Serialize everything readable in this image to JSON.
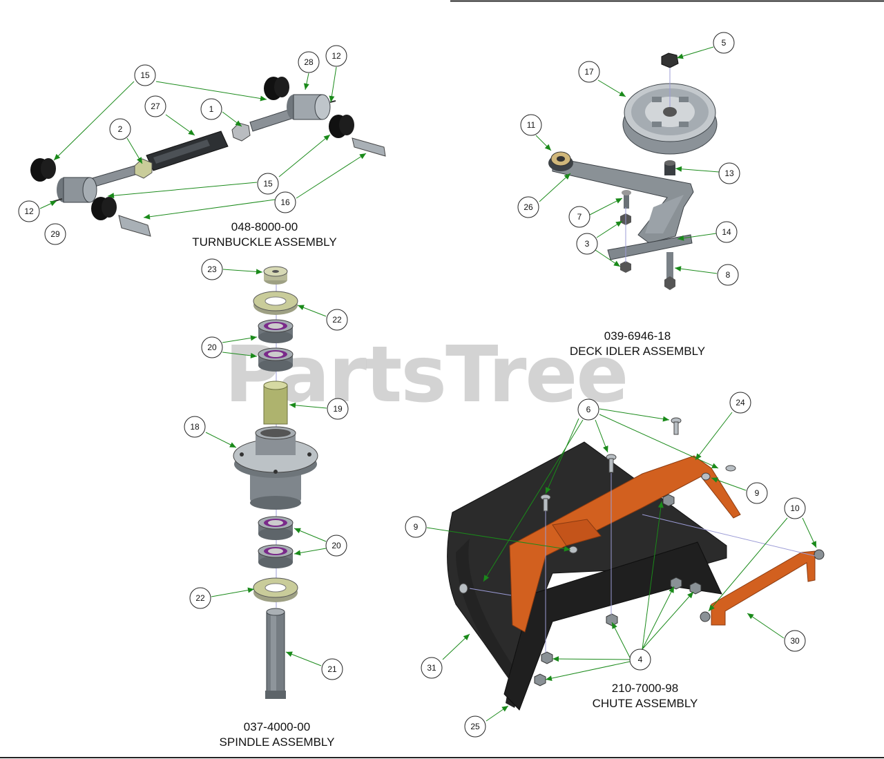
{
  "watermark": "PartsTree",
  "colors": {
    "leader": "#1a8a1a",
    "callout_stroke": "#222222",
    "steel": "#7f868c",
    "steel_dark": "#4a4f54",
    "rubber": "#111111",
    "orange": "#d2601f",
    "chute_black": "#2b2b2b",
    "bearing_purple": "#7a2a8a",
    "bronze": "#c9cc9a"
  },
  "assemblies": [
    {
      "id": "turnbuckle",
      "part_number": "048-8000-00",
      "name": "TURNBUCKLE ASSEMBLY"
    },
    {
      "id": "deck-idler",
      "part_number": "039-6946-18",
      "name": "DECK IDLER ASSEMBLY"
    },
    {
      "id": "spindle",
      "part_number": "037-4000-00",
      "name": "SPINDLE ASSEMBLY"
    },
    {
      "id": "chute",
      "part_number": "210-7000-98",
      "name": "CHUTE ASSEMBLY"
    }
  ],
  "callouts": [
    "15",
    "28",
    "12",
    "27",
    "1",
    "2",
    "15",
    "16",
    "12",
    "29",
    "5",
    "17",
    "11",
    "13",
    "26",
    "7",
    "14",
    "3",
    "8",
    "23",
    "22",
    "20",
    "19",
    "18",
    "20",
    "22",
    "21",
    "6",
    "24",
    "9",
    "9",
    "10",
    "4",
    "30",
    "31",
    "25"
  ]
}
